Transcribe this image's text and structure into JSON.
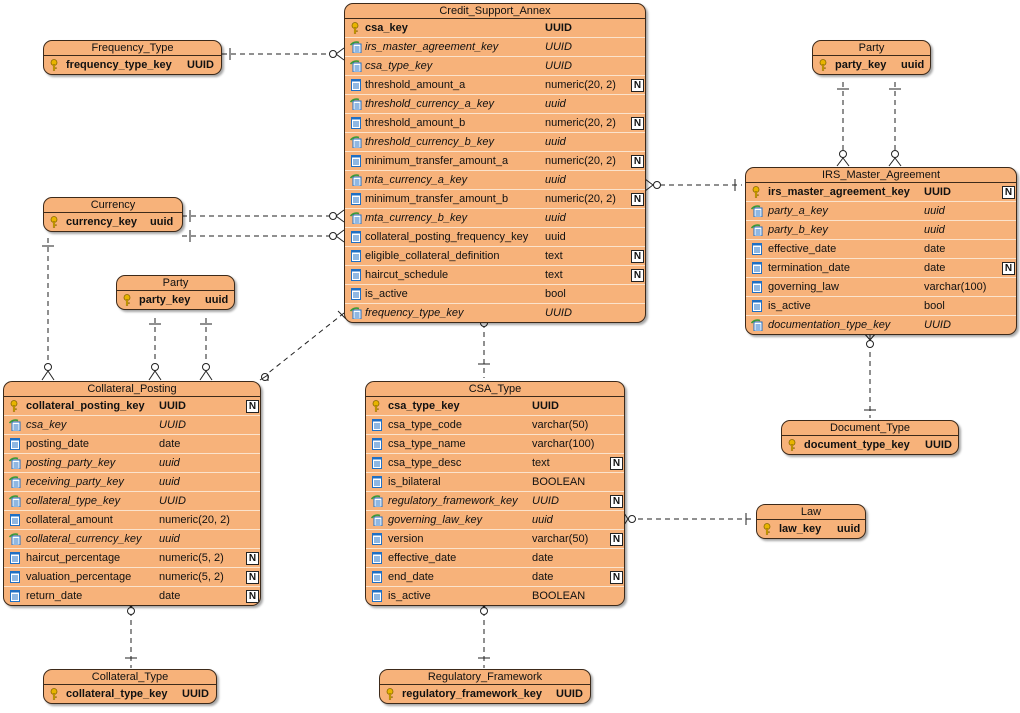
{
  "entities": {
    "csa": {
      "title": "Credit_Support_Annex",
      "rows": [
        {
          "name": "csa_key",
          "type": "UUID",
          "kind": "pk",
          "nn": false
        },
        {
          "name": "irs_master_agreement_key",
          "type": "UUID",
          "kind": "fk",
          "nn": false
        },
        {
          "name": "csa_type_key",
          "type": "UUID",
          "kind": "fk",
          "nn": false
        },
        {
          "name": "threshold_amount_a",
          "type": "numeric(20, 2)",
          "kind": "col",
          "nn": true
        },
        {
          "name": "threshold_currency_a_key",
          "type": "uuid",
          "kind": "fk",
          "nn": false
        },
        {
          "name": "threshold_amount_b",
          "type": "numeric(20, 2)",
          "kind": "col",
          "nn": true
        },
        {
          "name": "threshold_currency_b_key",
          "type": "uuid",
          "kind": "fk",
          "nn": false
        },
        {
          "name": "minimum_transfer_amount_a",
          "type": "numeric(20, 2)",
          "kind": "col",
          "nn": true
        },
        {
          "name": "mta_currency_a_key",
          "type": "uuid",
          "kind": "fk",
          "nn": false
        },
        {
          "name": "minimum_transfer_amount_b",
          "type": "numeric(20, 2)",
          "kind": "col",
          "nn": true
        },
        {
          "name": "mta_currency_b_key",
          "type": "uuid",
          "kind": "fk",
          "nn": false
        },
        {
          "name": "collateral_posting_frequency_key",
          "type": "uuid",
          "kind": "col",
          "nn": false
        },
        {
          "name": "eligible_collateral_definition",
          "type": "text",
          "kind": "col",
          "nn": true
        },
        {
          "name": "haircut_schedule",
          "type": "text",
          "kind": "col",
          "nn": true
        },
        {
          "name": "is_active",
          "type": "bool",
          "kind": "col",
          "nn": false
        },
        {
          "name": "frequency_type_key",
          "type": "UUID",
          "kind": "fk",
          "nn": false
        }
      ]
    },
    "frequency_type": {
      "title": "Frequency_Type",
      "rows": [
        {
          "name": "frequency_type_key",
          "type": "UUID",
          "kind": "pk",
          "nn": false
        }
      ]
    },
    "currency": {
      "title": "Currency",
      "rows": [
        {
          "name": "currency_key",
          "type": "uuid",
          "kind": "pk",
          "nn": false
        }
      ]
    },
    "party_top": {
      "title": "Party",
      "rows": [
        {
          "name": "party_key",
          "type": "uuid",
          "kind": "pk",
          "nn": false
        }
      ]
    },
    "party_mid": {
      "title": "Party",
      "rows": [
        {
          "name": "party_key",
          "type": "uuid",
          "kind": "pk",
          "nn": false
        }
      ]
    },
    "irs": {
      "title": "IRS_Master_Agreement",
      "rows": [
        {
          "name": "irs_master_agreement_key",
          "type": "UUID",
          "kind": "pk",
          "nn": true
        },
        {
          "name": "party_a_key",
          "type": "uuid",
          "kind": "fk",
          "nn": false
        },
        {
          "name": "party_b_key",
          "type": "uuid",
          "kind": "fk",
          "nn": false
        },
        {
          "name": "effective_date",
          "type": "date",
          "kind": "col",
          "nn": false
        },
        {
          "name": "termination_date",
          "type": "date",
          "kind": "col",
          "nn": true
        },
        {
          "name": "governing_law",
          "type": "varchar(100)",
          "kind": "col",
          "nn": false
        },
        {
          "name": "is_active",
          "type": "bool",
          "kind": "col",
          "nn": false
        },
        {
          "name": "documentation_type_key",
          "type": "UUID",
          "kind": "fk",
          "nn": false
        }
      ]
    },
    "document_type": {
      "title": "Document_Type",
      "rows": [
        {
          "name": "document_type_key",
          "type": "UUID",
          "kind": "pk",
          "nn": false
        }
      ]
    },
    "collateral_posting": {
      "title": "Collateral_Posting",
      "rows": [
        {
          "name": "collateral_posting_key",
          "type": "UUID",
          "kind": "pk",
          "nn": true
        },
        {
          "name": "csa_key",
          "type": "UUID",
          "kind": "fk",
          "nn": false
        },
        {
          "name": "posting_date",
          "type": "date",
          "kind": "col",
          "nn": false
        },
        {
          "name": "posting_party_key",
          "type": "uuid",
          "kind": "fk",
          "nn": false
        },
        {
          "name": "receiving_party_key",
          "type": "uuid",
          "kind": "fk",
          "nn": false
        },
        {
          "name": "collateral_type_key",
          "type": "UUID",
          "kind": "fk",
          "nn": false
        },
        {
          "name": "collateral_amount",
          "type": "numeric(20, 2)",
          "kind": "col",
          "nn": false
        },
        {
          "name": "collateral_currency_key",
          "type": "uuid",
          "kind": "fk",
          "nn": false
        },
        {
          "name": "haircut_percentage",
          "type": "numeric(5, 2)",
          "kind": "col",
          "nn": true
        },
        {
          "name": "valuation_percentage",
          "type": "numeric(5, 2)",
          "kind": "col",
          "nn": true
        },
        {
          "name": "return_date",
          "type": "date",
          "kind": "col",
          "nn": true
        }
      ]
    },
    "csa_type": {
      "title": "CSA_Type",
      "rows": [
        {
          "name": "csa_type_key",
          "type": "UUID",
          "kind": "pk",
          "nn": false
        },
        {
          "name": "csa_type_code",
          "type": "varchar(50)",
          "kind": "col",
          "nn": false
        },
        {
          "name": "csa_type_name",
          "type": "varchar(100)",
          "kind": "col",
          "nn": false
        },
        {
          "name": "csa_type_desc",
          "type": "text",
          "kind": "col",
          "nn": true
        },
        {
          "name": "is_bilateral",
          "type": "BOOLEAN",
          "kind": "col",
          "nn": false
        },
        {
          "name": "regulatory_framework_key",
          "type": "UUID",
          "kind": "fk",
          "nn": true
        },
        {
          "name": "governing_law_key",
          "type": "uuid",
          "kind": "fk",
          "nn": false
        },
        {
          "name": "version",
          "type": "varchar(50)",
          "kind": "col",
          "nn": true
        },
        {
          "name": "effective_date",
          "type": "date",
          "kind": "col",
          "nn": false
        },
        {
          "name": "end_date",
          "type": "date",
          "kind": "col",
          "nn": true
        },
        {
          "name": "is_active",
          "type": "BOOLEAN",
          "kind": "col",
          "nn": false
        }
      ]
    },
    "law": {
      "title": "Law",
      "rows": [
        {
          "name": "law_key",
          "type": "uuid",
          "kind": "pk",
          "nn": false
        }
      ]
    },
    "collateral_type": {
      "title": "Collateral_Type",
      "rows": [
        {
          "name": "collateral_type_key",
          "type": "UUID",
          "kind": "pk",
          "nn": false
        }
      ]
    },
    "regulatory_framework": {
      "title": "Regulatory_Framework",
      "rows": [
        {
          "name": "regulatory_framework_key",
          "type": "UUID",
          "kind": "pk",
          "nn": false
        }
      ]
    }
  },
  "nn_label": "N",
  "colors": {
    "entity_fill": "#f7b27a",
    "border": "#3d2a1a",
    "key_icon": "#e8b400",
    "column_icon": "#1f6fc4",
    "fk_accent": "#3a9a3a",
    "connector": "#222222"
  },
  "icons": {
    "pk": "key-icon",
    "fk": "foreign-key-icon",
    "col": "column-icon"
  }
}
